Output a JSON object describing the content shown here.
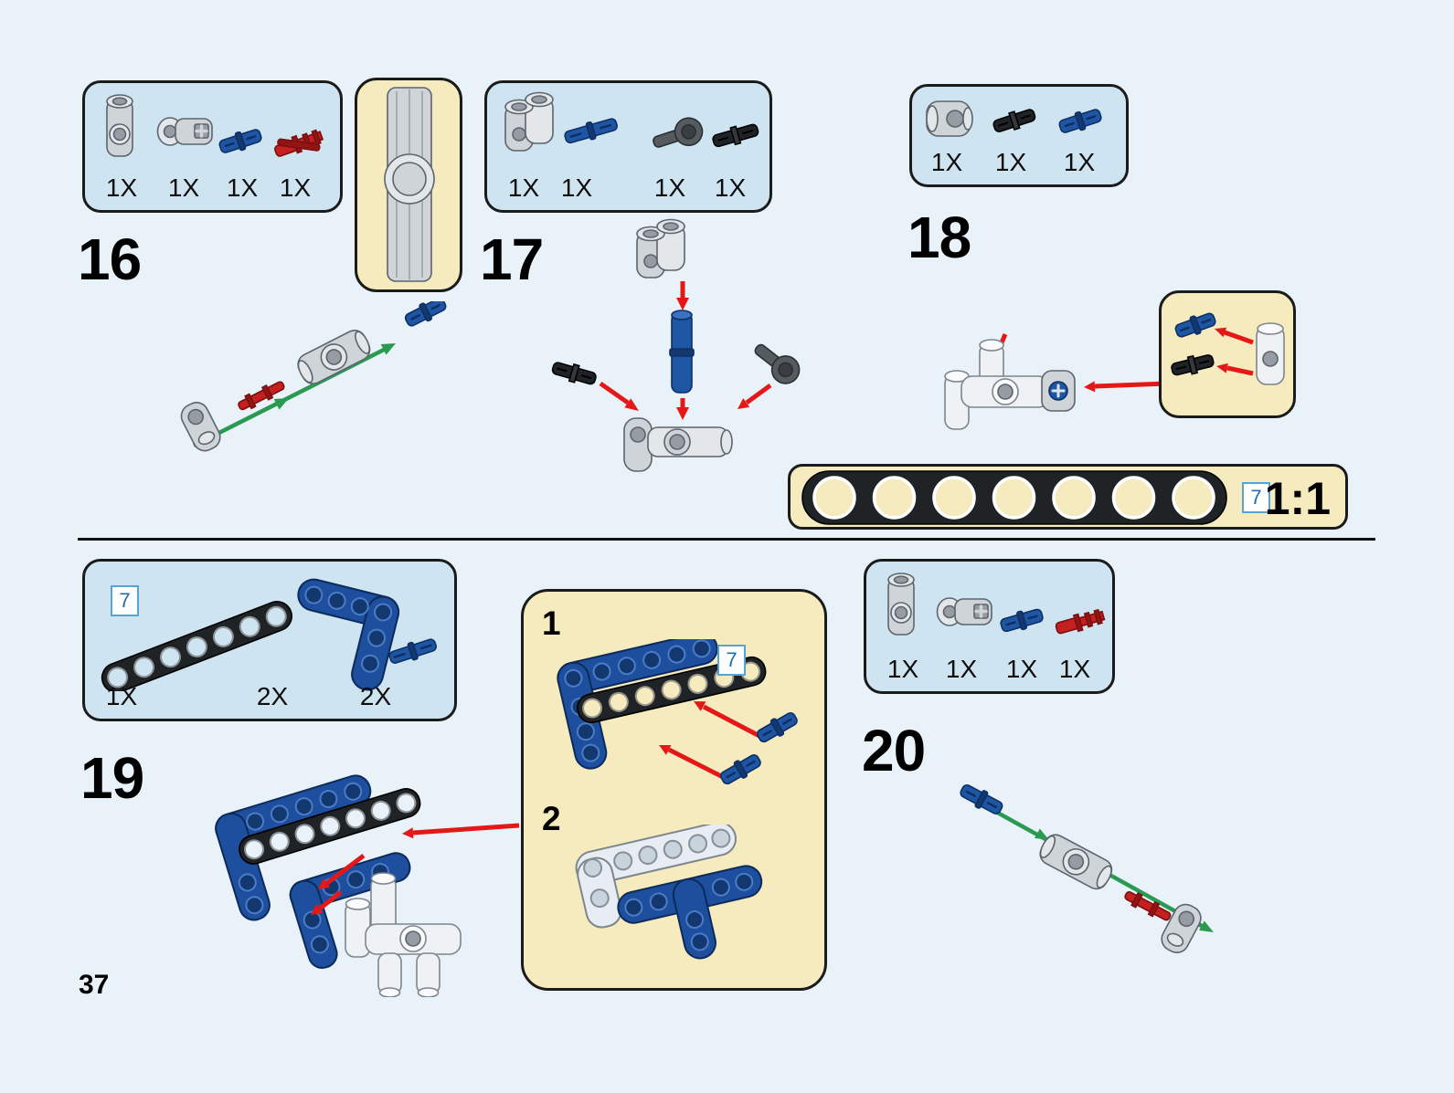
{
  "page": {
    "number": "37"
  },
  "colors": {
    "background": "#e9f1f9",
    "parts_box": "#cfe4f1",
    "callout_yellow": "#f6ebbf",
    "arrow_red": "#e51818",
    "arrow_green": "#2a9a50",
    "bag_badge_blue": "#1c6fb0",
    "lego_blue": "#1e4f9e",
    "lego_red": "#c42020"
  },
  "scale_bar": {
    "ratio": "1:1",
    "badge": "7"
  },
  "callout": {
    "substep1": "1",
    "substep2": "2",
    "badge": "7"
  },
  "steps": {
    "s16": {
      "number": "16",
      "parts": [
        {
          "name": "pin-connector-perpendicular-gray",
          "count": "1X"
        },
        {
          "name": "axle-pin-connector-gray",
          "count": "1X"
        },
        {
          "name": "pin-blue",
          "count": "1X"
        },
        {
          "name": "axle-pin-red",
          "count": "1X"
        }
      ]
    },
    "s17": {
      "number": "17",
      "parts": [
        {
          "name": "double-pin-connector-gray",
          "count": "1X"
        },
        {
          "name": "long-pin-blue",
          "count": "1X"
        },
        {
          "name": "pin-with-bush-dark-gray",
          "count": "1X"
        },
        {
          "name": "long-pin-black",
          "count": "1X"
        }
      ]
    },
    "s18": {
      "number": "18",
      "parts": [
        {
          "name": "pin-connector-gray",
          "count": "1X"
        },
        {
          "name": "long-pin-black",
          "count": "1X"
        },
        {
          "name": "pin-blue",
          "count": "1X"
        }
      ]
    },
    "s19": {
      "number": "19",
      "badge": "7",
      "parts": [
        {
          "name": "beam-7-black",
          "count": "1X"
        },
        {
          "name": "liftarm-l-blue",
          "count": "2X"
        },
        {
          "name": "long-pin-blue",
          "count": "2X"
        }
      ]
    },
    "s20": {
      "number": "20",
      "parts": [
        {
          "name": "pin-connector-perpendicular-gray",
          "count": "1X"
        },
        {
          "name": "axle-pin-connector-gray",
          "count": "1X"
        },
        {
          "name": "pin-blue",
          "count": "1X"
        },
        {
          "name": "axle-pin-red",
          "count": "1X"
        }
      ]
    }
  }
}
